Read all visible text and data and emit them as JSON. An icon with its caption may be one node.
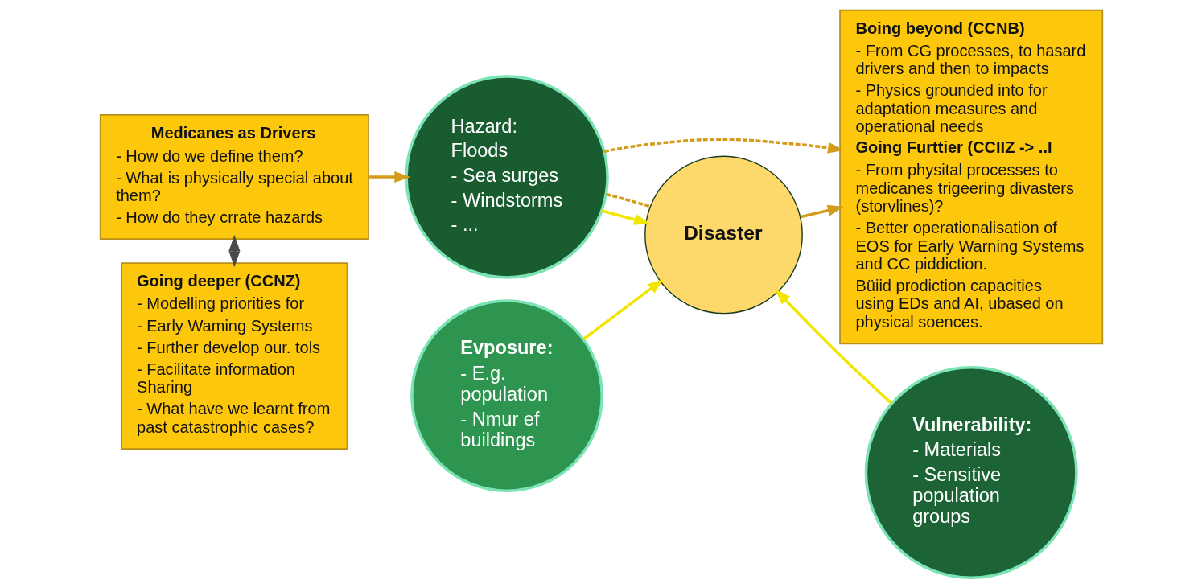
{
  "diagram": {
    "nodes": [
      {
        "text": [
          "Medicanes as Drivers",
          "- How do we define them?",
          "- What is physically special about them?",
          "- How do they crrate hazards"
        ]
      },
      {
        "text": [
          "Going deeper (CCNZ)",
          "- Modelling priorities for",
          "- Early Waming Systems",
          "- Further develop our. tols",
          "- Facilitate information Sharing",
          "- What have we learnt from past catastrophic cases?"
        ]
      },
      {
        "text": [
          "Boing beyond (CCNB)",
          "- From CG processes, to hasard drivers and then to impacts",
          "- Physics grounded into for adaptation measures and operational needs",
          "Going Furttier (CCIIZ -> ..I",
          "- From physital processes to medicanes trigeering divasters (storvlines)?",
          "- Better operationalisation of EOS for Early Warning Systems and CC piddiction.",
          "Büiid prodiction capacities using EDs and AI, ubased on physical soences."
        ]
      },
      {
        "text": [
          "Hazard:",
          "Floods",
          "- Sea surges",
          "- Windstorms",
          "- ..."
        ]
      },
      {
        "text": [
          "Evposure:",
          "- E.g. population",
          "- Nmur ef buildings"
        ]
      },
      {
        "text": [
          "Vulnerability:",
          "- Materials",
          "- Sensitive population groups"
        ]
      },
      {
        "text": [
          "Disaster"
        ]
      }
    ],
    "edges": [
      {
        "from": 0,
        "to": 3,
        "arrow": "to"
      },
      {
        "from": 3,
        "to": 2,
        "arrow": "to",
        "style": "dashed"
      },
      {
        "from": 0,
        "to": 1,
        "arrow": "both",
        "color": "#4a4a4a"
      },
      {
        "from": 3,
        "to": 6,
        "arrow": "to",
        "color": "#f2e600"
      },
      {
        "from": 4,
        "to": 6,
        "arrow": "to",
        "color": "#f2e600"
      },
      {
        "from": 5,
        "to": 6,
        "arrow": "to",
        "color": "#f2e600"
      },
      {
        "from": 6,
        "to": 2,
        "arrow": "to"
      },
      {
        "from": 3,
        "to": 6,
        "arrow": "none",
        "style": "dashed"
      }
    ]
  }
}
